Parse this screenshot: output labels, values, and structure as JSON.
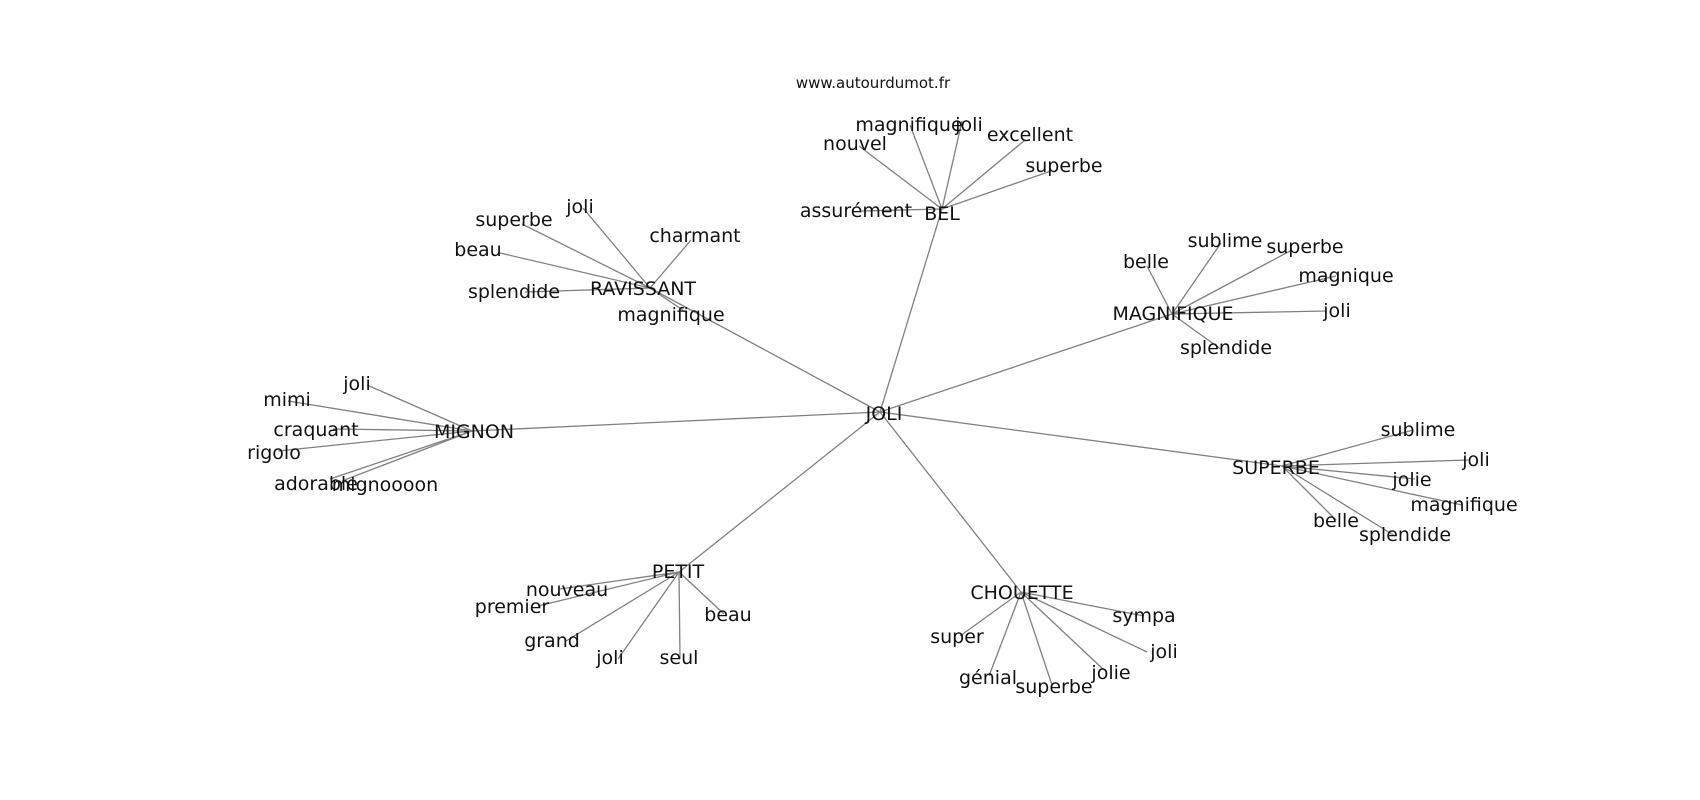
{
  "credit": "www.autourdumot.fr",
  "colors": {
    "edge": "#808080",
    "text": "#111111",
    "background": "#ffffff"
  },
  "graph": {
    "center": "JOLI",
    "clusters": [
      {
        "hub": "BEL",
        "leaves": [
          "magnifique",
          "joli",
          "excellent",
          "nouvel",
          "superbe",
          "assurément"
        ]
      },
      {
        "hub": "RAVISSANT",
        "leaves": [
          "joli",
          "superbe",
          "charmant",
          "beau",
          "splendide",
          "magnifique"
        ]
      },
      {
        "hub": "MAGNIFIQUE",
        "leaves": [
          "sublime",
          "superbe",
          "belle",
          "magnique",
          "joli",
          "splendide"
        ]
      },
      {
        "hub": "MIGNON",
        "leaves": [
          "joli",
          "mimi",
          "craquant",
          "rigolo",
          "adorable",
          "mignoooon"
        ]
      },
      {
        "hub": "SUPERBE",
        "leaves": [
          "sublime",
          "joli",
          "jolie",
          "magnifique",
          "belle",
          "splendide"
        ]
      },
      {
        "hub": "PETIT",
        "leaves": [
          "nouveau",
          "premier",
          "beau",
          "grand",
          "joli",
          "seul"
        ]
      },
      {
        "hub": "CHOUETTE",
        "leaves": [
          "sympa",
          "super",
          "joli",
          "jolie",
          "génial",
          "superbe"
        ]
      }
    ]
  }
}
